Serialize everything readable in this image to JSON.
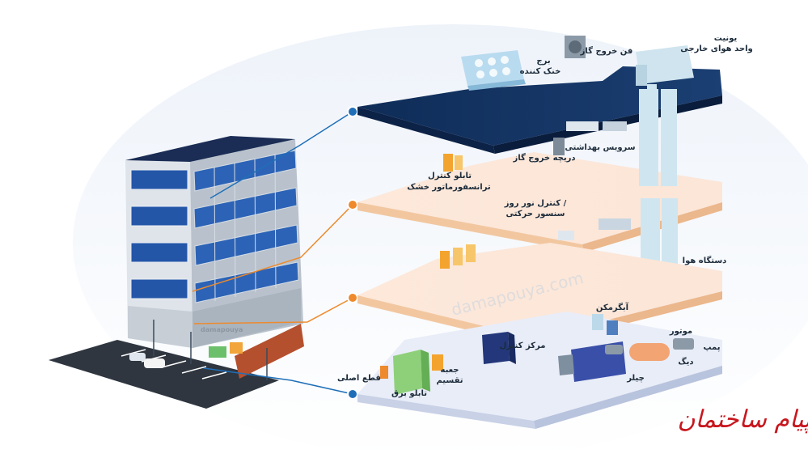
{
  "labels": {
    "unit_line1": "یونیت",
    "unit_line2": "واحد هوای خارجی",
    "gas_fan": "فن خروج گاز",
    "tower_line1": "برج",
    "tower_line2": "خنک کننده",
    "sanitary": "سرویس بهداشتی",
    "gas_damper": "دریچه خروج گاز",
    "control_panel": "تابلو کنترل",
    "dry_transformer": "ترانسفورماتور خشک",
    "light_control_line1": "کنترل نور روز /",
    "light_control_line2": "سنسور حرکتی",
    "air_handler": "دستگاه هوا",
    "water_softener": "آبگرمکن",
    "motor": "موتور",
    "pump": "پمپ",
    "control_center": "مرکز کنترل",
    "boiler": "دیگ",
    "chiller": "چیلر",
    "main_switch": "قطع اصلی",
    "distribution_line1": "جعبه",
    "distribution_line2": "تقسیم",
    "electrical_panel": "تابلو برق",
    "building_watermark": "damapouya"
  },
  "watermark": "damapouya.com",
  "logo": "پیام ساختمان",
  "colors": {
    "roof": "#13325f",
    "floor_top": "#fbe9dc",
    "floor_edge": "#f5cfa8",
    "basement_top": "#e7ebf7",
    "connector_blue": "#1f6fb8",
    "connector_orange": "#ee8a2c",
    "duct": "#cfe6f0",
    "logo_red": "#c8161d"
  }
}
